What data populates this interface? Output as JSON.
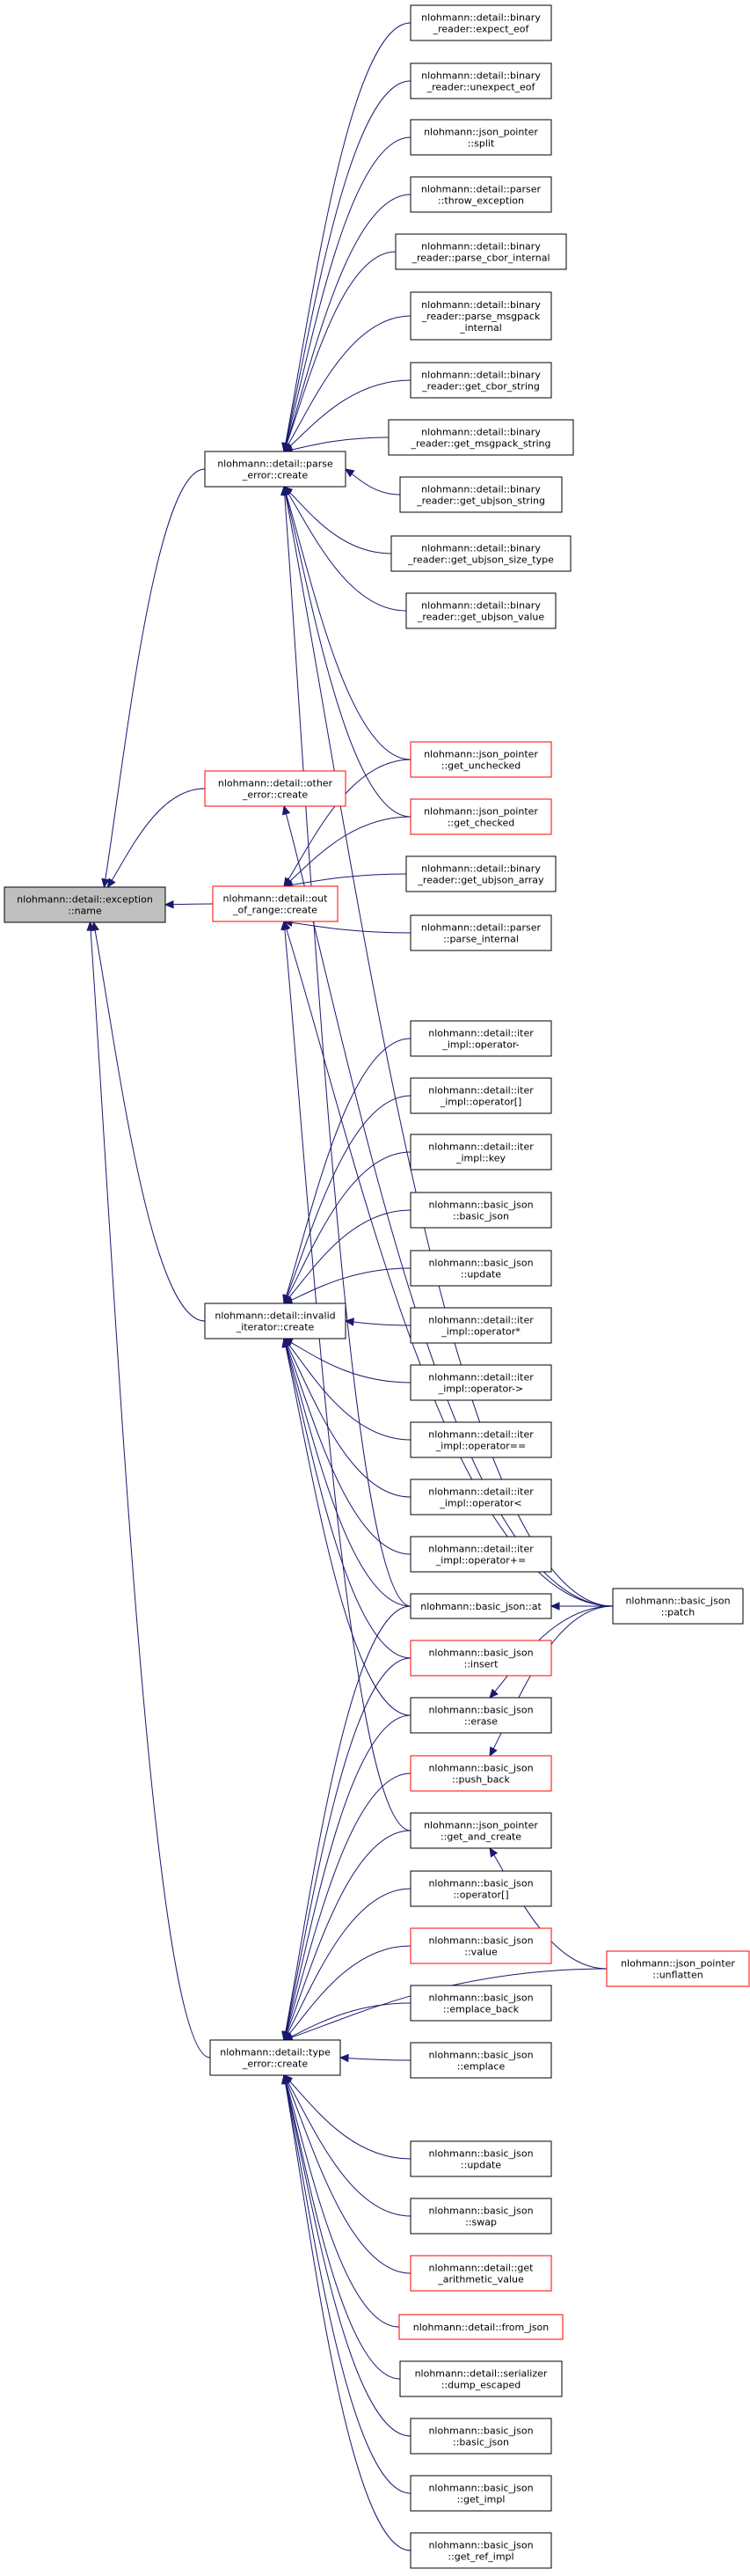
{
  "colors": {
    "edge": "#191970",
    "border_normal": "#000000",
    "border_red": "#ff0000",
    "focus_fill": "#bfbfbf"
  },
  "nodes": [
    {
      "id": "exc",
      "lines": [
        "nlohmann::detail::exception",
        "::name"
      ],
      "style": "focus"
    },
    {
      "id": "pe",
      "lines": [
        "nlohmann::detail::parse",
        "_error::create"
      ],
      "style": "normal"
    },
    {
      "id": "oe",
      "lines": [
        "nlohmann::detail::other",
        "_error::create"
      ],
      "style": "red"
    },
    {
      "id": "oor",
      "lines": [
        "nlohmann::detail::out",
        "_of_range::create"
      ],
      "style": "red"
    },
    {
      "id": "ii",
      "lines": [
        "nlohmann::detail::invalid",
        "_iterator::create"
      ],
      "style": "normal"
    },
    {
      "id": "te",
      "lines": [
        "nlohmann::detail::type",
        "_error::create"
      ],
      "style": "normal"
    },
    {
      "id": "r1",
      "lines": [
        "nlohmann::detail::binary",
        "_reader::expect_eof"
      ],
      "style": "normal"
    },
    {
      "id": "r2",
      "lines": [
        "nlohmann::detail::binary",
        "_reader::unexpect_eof"
      ],
      "style": "normal"
    },
    {
      "id": "r3",
      "lines": [
        "nlohmann::json_pointer",
        "::split"
      ],
      "style": "normal"
    },
    {
      "id": "r4",
      "lines": [
        "nlohmann::detail::parser",
        "::throw_exception"
      ],
      "style": "normal"
    },
    {
      "id": "r5",
      "lines": [
        "nlohmann::detail::binary",
        "_reader::parse_cbor_internal"
      ],
      "style": "normal"
    },
    {
      "id": "r6",
      "lines": [
        "nlohmann::detail::binary",
        "_reader::parse_msgpack",
        "_internal"
      ],
      "style": "normal"
    },
    {
      "id": "r7",
      "lines": [
        "nlohmann::detail::binary",
        "_reader::get_cbor_string"
      ],
      "style": "normal"
    },
    {
      "id": "r8",
      "lines": [
        "nlohmann::detail::binary",
        "_reader::get_msgpack_string"
      ],
      "style": "normal"
    },
    {
      "id": "r9",
      "lines": [
        "nlohmann::detail::binary",
        "_reader::get_ubjson_string"
      ],
      "style": "normal"
    },
    {
      "id": "r10",
      "lines": [
        "nlohmann::detail::binary",
        "_reader::get_ubjson_size_type"
      ],
      "style": "normal"
    },
    {
      "id": "r11",
      "lines": [
        "nlohmann::detail::binary",
        "_reader::get_ubjson_value"
      ],
      "style": "normal"
    },
    {
      "id": "r12",
      "lines": [
        "nlohmann::json_pointer",
        "::get_unchecked"
      ],
      "style": "red"
    },
    {
      "id": "r13",
      "lines": [
        "nlohmann::json_pointer",
        "::get_checked"
      ],
      "style": "red"
    },
    {
      "id": "r14",
      "lines": [
        "nlohmann::detail::binary",
        "_reader::get_ubjson_array"
      ],
      "style": "normal"
    },
    {
      "id": "r15",
      "lines": [
        "nlohmann::detail::parser",
        "::parse_internal"
      ],
      "style": "normal"
    },
    {
      "id": "r16",
      "lines": [
        "nlohmann::detail::iter",
        "_impl::operator-"
      ],
      "style": "normal"
    },
    {
      "id": "r17",
      "lines": [
        "nlohmann::detail::iter",
        "_impl::operator[]"
      ],
      "style": "normal"
    },
    {
      "id": "r18",
      "lines": [
        "nlohmann::detail::iter",
        "_impl::key"
      ],
      "style": "normal"
    },
    {
      "id": "r19",
      "lines": [
        "nlohmann::basic_json",
        "::basic_json"
      ],
      "style": "normal"
    },
    {
      "id": "r20",
      "lines": [
        "nlohmann::basic_json",
        "::update"
      ],
      "style": "normal"
    },
    {
      "id": "r21",
      "lines": [
        "nlohmann::detail::iter",
        "_impl::operator*"
      ],
      "style": "normal"
    },
    {
      "id": "r22",
      "lines": [
        "nlohmann::detail::iter",
        "_impl::operator->"
      ],
      "style": "normal"
    },
    {
      "id": "r23",
      "lines": [
        "nlohmann::detail::iter",
        "_impl::operator=="
      ],
      "style": "normal"
    },
    {
      "id": "r24",
      "lines": [
        "nlohmann::detail::iter",
        "_impl::operator<"
      ],
      "style": "normal"
    },
    {
      "id": "r25",
      "lines": [
        "nlohmann::detail::iter",
        "_impl::operator+="
      ],
      "style": "normal"
    },
    {
      "id": "r26",
      "lines": [
        "nlohmann::basic_json::at"
      ],
      "style": "normal"
    },
    {
      "id": "r27",
      "lines": [
        "nlohmann::basic_json",
        "::insert"
      ],
      "style": "red"
    },
    {
      "id": "r28",
      "lines": [
        "nlohmann::basic_json",
        "::erase"
      ],
      "style": "normal"
    },
    {
      "id": "r29",
      "lines": [
        "nlohmann::basic_json",
        "::push_back"
      ],
      "style": "red"
    },
    {
      "id": "r30",
      "lines": [
        "nlohmann::json_pointer",
        "::get_and_create"
      ],
      "style": "normal"
    },
    {
      "id": "r31",
      "lines": [
        "nlohmann::basic_json",
        "::operator[]"
      ],
      "style": "normal"
    },
    {
      "id": "r32",
      "lines": [
        "nlohmann::basic_json",
        "::value"
      ],
      "style": "red"
    },
    {
      "id": "r33",
      "lines": [
        "nlohmann::basic_json",
        "::emplace_back"
      ],
      "style": "normal"
    },
    {
      "id": "r34",
      "lines": [
        "nlohmann::basic_json",
        "::emplace"
      ],
      "style": "normal"
    },
    {
      "id": "r35",
      "lines": [
        "nlohmann::basic_json",
        "::update"
      ],
      "style": "normal"
    },
    {
      "id": "r36",
      "lines": [
        "nlohmann::basic_json",
        "::swap"
      ],
      "style": "normal"
    },
    {
      "id": "r37",
      "lines": [
        "nlohmann::detail::get",
        "_arithmetic_value"
      ],
      "style": "red"
    },
    {
      "id": "r38",
      "lines": [
        "nlohmann::detail::from_json"
      ],
      "style": "red"
    },
    {
      "id": "r39",
      "lines": [
        "nlohmann::detail::serializer",
        "::dump_escaped"
      ],
      "style": "normal"
    },
    {
      "id": "r40",
      "lines": [
        "nlohmann::basic_json",
        "::basic_json"
      ],
      "style": "normal"
    },
    {
      "id": "r41",
      "lines": [
        "nlohmann::basic_json",
        "::get_impl"
      ],
      "style": "normal"
    },
    {
      "id": "r42",
      "lines": [
        "nlohmann::basic_json",
        "::get_ref_impl"
      ],
      "style": "normal"
    },
    {
      "id": "patch",
      "lines": [
        "nlohmann::basic_json",
        "::patch"
      ],
      "style": "normal"
    },
    {
      "id": "unfl",
      "lines": [
        "nlohmann::json_pointer",
        "::unflatten"
      ],
      "style": "red"
    }
  ],
  "edges": [
    [
      "pe",
      "exc"
    ],
    [
      "oe",
      "exc"
    ],
    [
      "oor",
      "exc"
    ],
    [
      "ii",
      "exc"
    ],
    [
      "te",
      "exc"
    ],
    [
      "r1",
      "pe"
    ],
    [
      "r2",
      "pe"
    ],
    [
      "r3",
      "pe"
    ],
    [
      "r4",
      "pe"
    ],
    [
      "r5",
      "pe"
    ],
    [
      "r6",
      "pe"
    ],
    [
      "r7",
      "pe"
    ],
    [
      "r8",
      "pe"
    ],
    [
      "r9",
      "pe"
    ],
    [
      "r10",
      "pe"
    ],
    [
      "r11",
      "pe"
    ],
    [
      "r12",
      "pe"
    ],
    [
      "r13",
      "pe"
    ],
    [
      "patch",
      "pe"
    ],
    [
      "r26",
      "pe"
    ],
    [
      "patch",
      "oe"
    ],
    [
      "r12",
      "oor"
    ],
    [
      "r13",
      "oor"
    ],
    [
      "r14",
      "oor"
    ],
    [
      "r15",
      "oor"
    ],
    [
      "patch",
      "oor"
    ],
    [
      "r30",
      "oor"
    ],
    [
      "r16",
      "ii"
    ],
    [
      "r17",
      "ii"
    ],
    [
      "r18",
      "ii"
    ],
    [
      "r19",
      "ii"
    ],
    [
      "r20",
      "ii"
    ],
    [
      "r21",
      "ii"
    ],
    [
      "r22",
      "ii"
    ],
    [
      "r23",
      "ii"
    ],
    [
      "r24",
      "ii"
    ],
    [
      "r25",
      "ii"
    ],
    [
      "r26",
      "ii"
    ],
    [
      "r27",
      "ii"
    ],
    [
      "r28",
      "ii"
    ],
    [
      "r26",
      "te"
    ],
    [
      "r27",
      "te"
    ],
    [
      "r28",
      "te"
    ],
    [
      "r29",
      "te"
    ],
    [
      "r30",
      "te"
    ],
    [
      "r31",
      "te"
    ],
    [
      "r32",
      "te"
    ],
    [
      "r33",
      "te"
    ],
    [
      "r34",
      "te"
    ],
    [
      "r35",
      "te"
    ],
    [
      "r36",
      "te"
    ],
    [
      "r37",
      "te"
    ],
    [
      "r38",
      "te"
    ],
    [
      "r39",
      "te"
    ],
    [
      "r40",
      "te"
    ],
    [
      "r41",
      "te"
    ],
    [
      "r42",
      "te"
    ],
    [
      "unfl",
      "te"
    ],
    [
      "patch",
      "r26"
    ],
    [
      "patch",
      "r28"
    ],
    [
      "patch",
      "r29"
    ],
    [
      "unfl",
      "r30"
    ]
  ]
}
